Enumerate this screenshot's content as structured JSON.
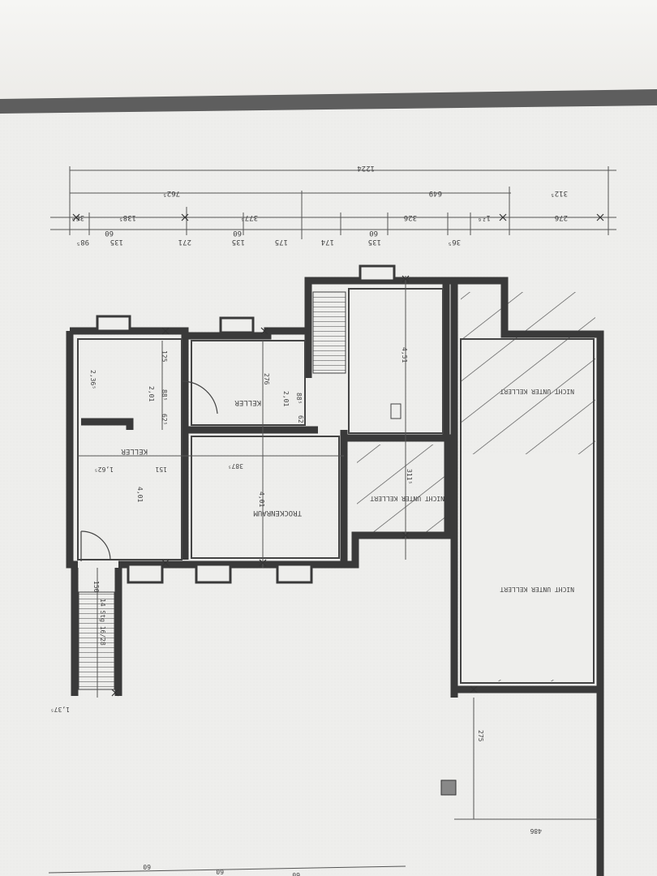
{
  "plan": {
    "rooms": {
      "keller_left": "KELLER",
      "keller_mid": "KELLER",
      "trockenraum": "TROCKENRAUM",
      "nicht_unterkellert_small": "NICHT UNTER KELLERT",
      "nicht_unterkellert_top": "NICHT UNTER KELLERT",
      "nicht_unterkellert_bottom": "NICHT UNTER KELLERT"
    },
    "top_dimensions": {
      "overall": "1224",
      "left_span": "762⁵",
      "mid_span": "649",
      "right_span": "312⁵"
    },
    "dimensions": {
      "d_365": "36⁵",
      "d_1385": "138⁵",
      "d_3775": "377⁵",
      "d_326": "326",
      "d_276": "276",
      "d_1a": "1²⁶",
      "d_135": "135",
      "d_60a": "60",
      "d_271": "271",
      "d_60b": "60",
      "d_135b": "135",
      "d_175": "175",
      "d_174": "174",
      "d_135c": "135",
      "d_60c": "60",
      "d_365b": "36⁵",
      "d_985": "98⁵",
      "d_2365": "2,36⁵",
      "d_125": "125",
      "d_2a": "2,01",
      "d_885": "88⁵",
      "d_625": "62⁵",
      "d_1625": "1,62⁵",
      "d_151": "151",
      "d_401": "4,01",
      "d_3875": "387⁵",
      "d_276b": "276",
      "d_2b": "2,01",
      "d_885b": "88⁵",
      "d_625b": "62⁵",
      "d_451": "4,51",
      "d_3115": "311⁵",
      "d_401b": "4,01",
      "d_150": "150",
      "d_14": "14 Stg 16/28",
      "d_1375": "1,37⁵",
      "d_275": "275",
      "d_486": "486",
      "d_60d": "60",
      "d_60e": "60",
      "d_60f": "60"
    }
  }
}
